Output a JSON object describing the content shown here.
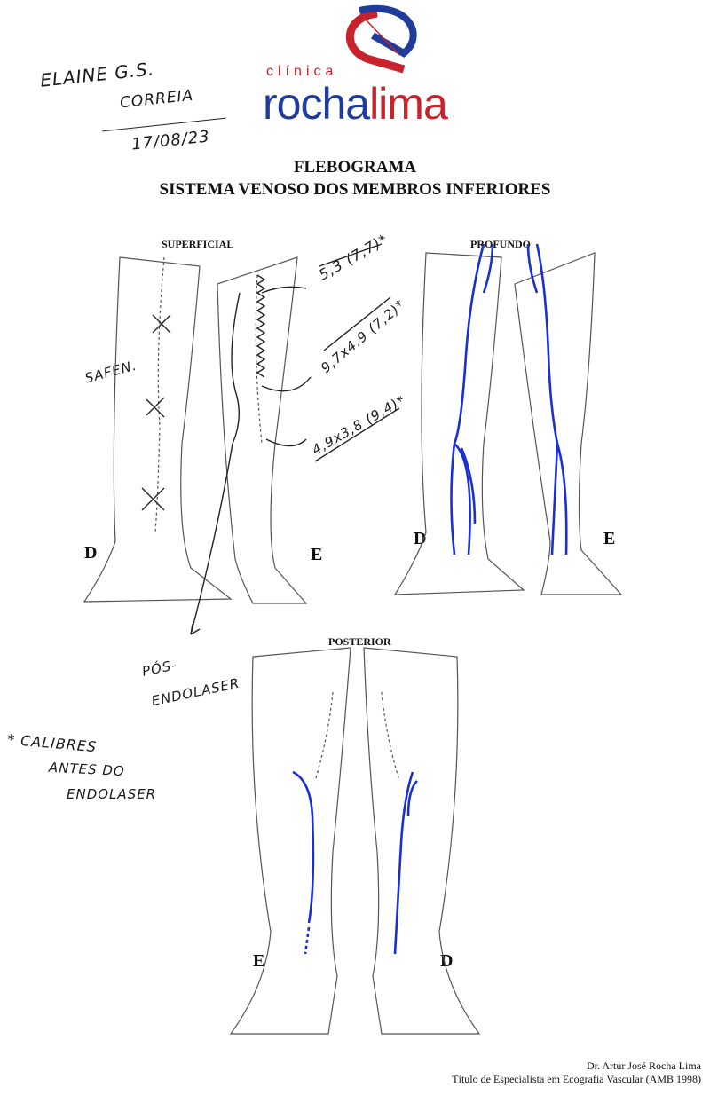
{
  "logo": {
    "prefix": "clínica",
    "name_blue": "rocha",
    "name_red": "lima",
    "blue": "#1f3c9a",
    "red": "#c8232c"
  },
  "handwritten": {
    "patient_line1": "ELAINE G.S.",
    "patient_line2": "CORREIA",
    "date": "17/08/23",
    "safena": "SAFEN.",
    "measure1": "5,3 (7,7)*",
    "measure2": "9,7x4,9 (7,2)*",
    "measure3": "4,9x3,8 (9,4)*",
    "pos_line1": "PÓS-",
    "pos_line2": "ENDOLASER",
    "note_line1": "* CALIBRES",
    "note_line2": "ANTES DO",
    "note_line3": "ENDOLASER"
  },
  "header": {
    "title1": "FLEBOGRAMA",
    "title2": "SISTEMA VENOSO DOS MEMBROS INFERIORES"
  },
  "diagrams": {
    "superficial": "SUPERFICIAL",
    "profundo": "PROFUNDO",
    "posterior": "POSTERIOR",
    "sup_d": "D",
    "sup_e": "E",
    "prof_d": "D",
    "prof_e": "E",
    "post_e": "E",
    "post_d": "D"
  },
  "footer": {
    "doctor": "Dr. Artur José Rocha Lima",
    "credential": "Título de Especialista em Ecografia Vascular (AMB 1998)"
  },
  "colors": {
    "vein": "#1a2fd0"
  }
}
